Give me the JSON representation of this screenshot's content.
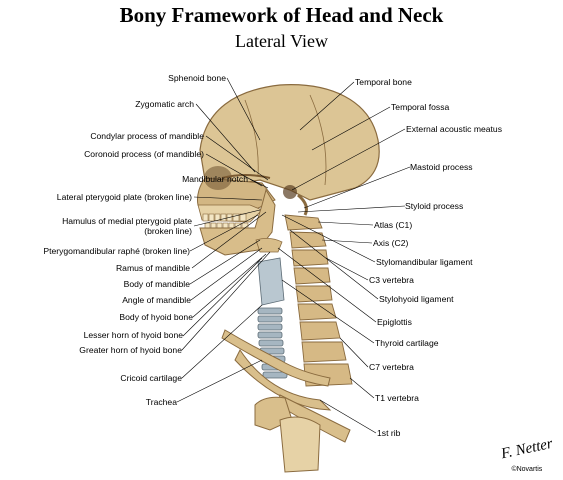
{
  "title": "Bony Framework of Head and Neck",
  "subtitle": "Lateral View",
  "signature": "F. Netter",
  "copyright": "©Novartis",
  "colors": {
    "bone": "#d9bf8c",
    "bone_dark": "#b08a55",
    "cartilage": "#a7b8c4",
    "leader": "#000000"
  },
  "labels_left": [
    "Sphenoid bone",
    "Zygomatic arch",
    "Condylar process of mandible",
    "Coronoid process (of mandible)",
    "Mandibular notch",
    "Lateral pterygoid plate (broken line)",
    "Hamulus of medial pterygoid plate (broken line)",
    "Pterygomandibular raphé (broken line)",
    "Ramus of mandible",
    "Body of mandible",
    "Angle of mandible",
    "Body of hyoid bone",
    "Lesser horn of hyoid bone",
    "Greater horn of hyoid bone",
    "Cricoid cartilage",
    "Trachea"
  ],
  "labels_right": [
    "Temporal bone",
    "Temporal fossa",
    "External acoustic meatus",
    "Mastoid process",
    "Styloid process",
    "Atlas (C1)",
    "Axis (C2)",
    "Stylomandibular ligament",
    "C3 vertebra",
    "Stylohyoid ligament",
    "Epiglottis",
    "Thyroid cartilage",
    "C7 vertebra",
    "T1 vertebra",
    "1st rib"
  ]
}
